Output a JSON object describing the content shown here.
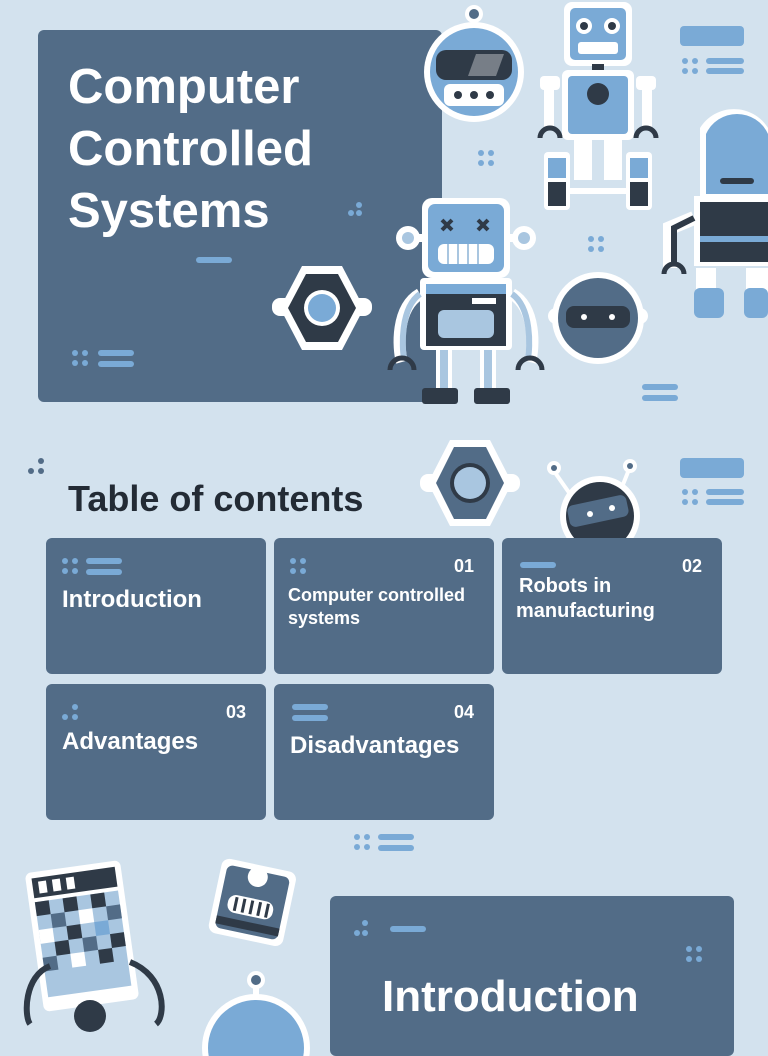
{
  "hero": {
    "title_lines": [
      "Computer",
      "Controlled",
      "Systems"
    ]
  },
  "toc": {
    "title": "Table of contents",
    "items": [
      {
        "number": "",
        "label": "Introduction"
      },
      {
        "number": "01",
        "label_lines": [
          "Computer controlled",
          "systems"
        ]
      },
      {
        "number": "02",
        "label_lines": [
          "Robots in",
          "manufacturing"
        ]
      },
      {
        "number": "03",
        "label": "Advantages"
      },
      {
        "number": "04",
        "label": "Disadvantages"
      }
    ]
  },
  "intro_section": {
    "title": "Introduction"
  },
  "colors": {
    "background": "#d3e2ee",
    "card": "#526c87",
    "accent_blue": "#7aaad6",
    "dark_text": "#232b35"
  },
  "icons": [
    "robot-head-icon",
    "robot-icon",
    "nut-icon",
    "robot-head-dark-icon"
  ]
}
